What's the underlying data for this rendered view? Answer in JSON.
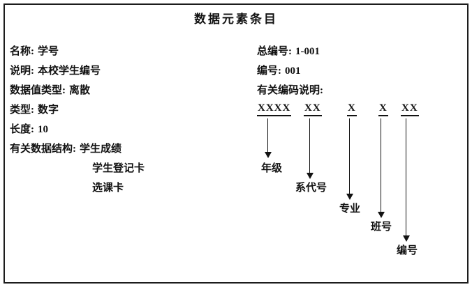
{
  "title": "数据元素条目",
  "left_fields": [
    {
      "label": "名称:",
      "value": "学号"
    },
    {
      "label": "说明:",
      "value": "本校学生编号"
    },
    {
      "label": "数据值类型:",
      "value": "离散"
    },
    {
      "label": "类型:",
      "value": "数字"
    },
    {
      "label": "长度:",
      "value": "10"
    },
    {
      "label": "有关数据结构:",
      "value": "学生成绩"
    }
  ],
  "structure_items": [
    "学生登记卡",
    "选课卡"
  ],
  "right_fields": [
    {
      "label": "总编号:",
      "value": "1-001"
    },
    {
      "label": "编号:",
      "value": "001"
    },
    {
      "label": "有关编码说明:",
      "value": ""
    }
  ],
  "code": {
    "segments": [
      {
        "text": "XXXX",
        "label": "年级"
      },
      {
        "text": "XX",
        "label": "系代号"
      },
      {
        "text": "X",
        "label": "专业"
      },
      {
        "text": "X",
        "label": "班号"
      },
      {
        "text": "XX",
        "label": "编号"
      }
    ]
  },
  "colors": {
    "ink": "#121212",
    "background": "#ffffff"
  }
}
